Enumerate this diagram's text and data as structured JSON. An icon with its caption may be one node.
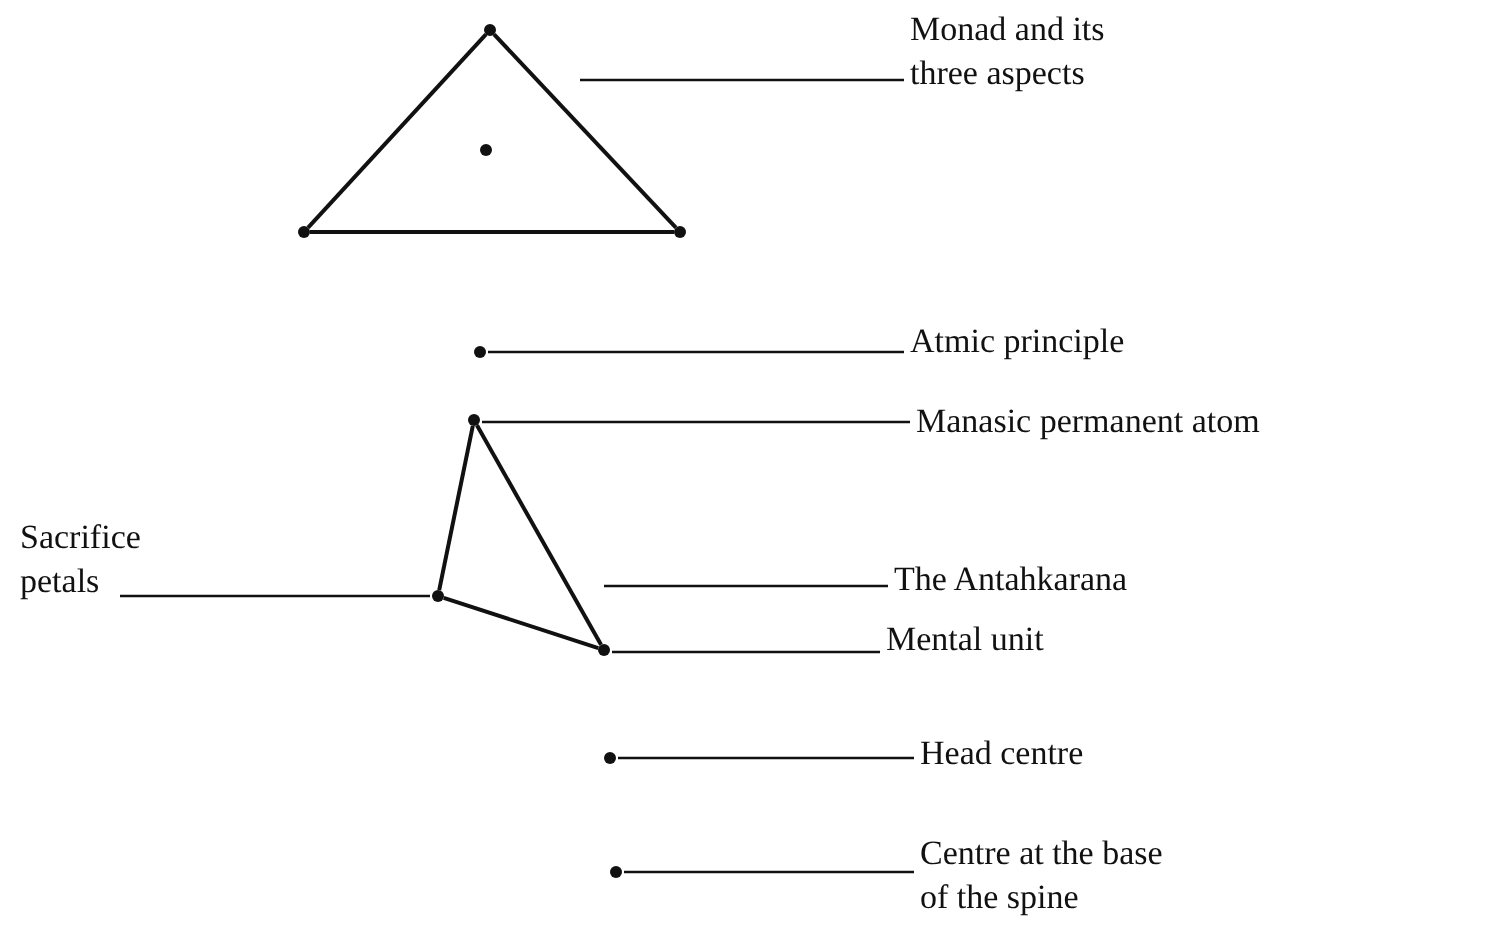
{
  "diagram": {
    "nodes": [
      {
        "text": [
          "Monad and its three aspects"
        ]
      },
      {
        "text": [],
        "shape": "circle"
      },
      {
        "text": [],
        "shape": "circle"
      },
      {
        "text": [],
        "shape": "circle"
      },
      {
        "text": [],
        "shape": "circle"
      },
      {
        "text": [
          "Atmic principle"
        ]
      },
      {
        "text": [],
        "shape": "circle"
      },
      {
        "text": [
          "Manasic permanent atom"
        ]
      },
      {
        "text": [],
        "shape": "circle"
      },
      {
        "text": [
          "Sacrifice petals"
        ]
      },
      {
        "text": [],
        "shape": "circle"
      },
      {
        "text": [
          "The Antahkarana"
        ]
      },
      {
        "text": [
          "Mental unit"
        ]
      },
      {
        "text": [],
        "shape": "circle"
      },
      {
        "text": [
          "Head centre"
        ]
      },
      {
        "text": [],
        "shape": "circle"
      },
      {
        "text": [
          "Centre at the base of the spine"
        ]
      },
      {
        "text": [],
        "shape": "circle"
      }
    ],
    "edges": [
      {
        "from": 1,
        "to": 3,
        "arrow": "none"
      },
      {
        "from": 3,
        "to": 4,
        "arrow": "none"
      },
      {
        "from": 4,
        "to": 1,
        "arrow": "none"
      },
      {
        "from": 0,
        "to": null,
        "arrow": "none"
      },
      {
        "from": 5,
        "to": 6,
        "arrow": "none"
      },
      {
        "from": 7,
        "to": 8,
        "arrow": "none"
      },
      {
        "from": 8,
        "to": 10,
        "arrow": "none"
      },
      {
        "from": 8,
        "to": 13,
        "arrow": "none"
      },
      {
        "from": 10,
        "to": 13,
        "arrow": "none"
      },
      {
        "from": 9,
        "to": 10,
        "arrow": "none"
      },
      {
        "from": 11,
        "to": null,
        "arrow": "none"
      },
      {
        "from": 12,
        "to": 13,
        "arrow": "none"
      },
      {
        "from": 14,
        "to": 15,
        "arrow": "none"
      },
      {
        "from": 16,
        "to": 17,
        "arrow": "none"
      }
    ]
  }
}
